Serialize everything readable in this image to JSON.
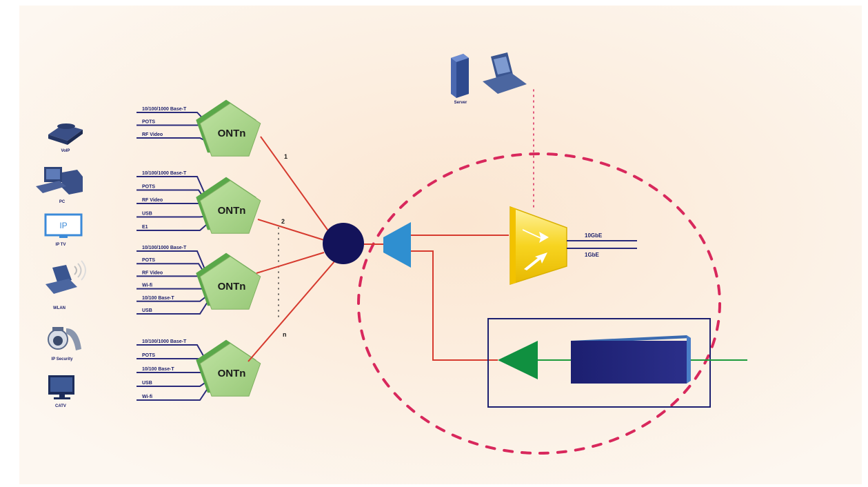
{
  "colors": {
    "background_glow": "#fce9d6",
    "background_edge": "#fdf8f2",
    "fiber": "#d63a2e",
    "port_line": "#2a2a7a",
    "ont_fill": "#a8d48a",
    "ont_side": "#5aa84a",
    "splitter": "#13135a",
    "coupler": "#2f8fd0",
    "olt": "#f7d420",
    "amplifier": "#109040",
    "box_border": "#1c1f70",
    "block": "#1c1f70",
    "dashed_circle": "#d8285c",
    "green_line": "#1a9a3a"
  },
  "devices": [
    {
      "icon": "voip-phone-icon",
      "label": "VoIP"
    },
    {
      "icon": "pc-icon",
      "label": "PC"
    },
    {
      "icon": "iptv-icon",
      "label": "IP TV",
      "screen_text": "IP"
    },
    {
      "icon": "wlan-laptop-icon",
      "label": "WLAN"
    },
    {
      "icon": "ip-security-camera-icon",
      "label": "IP Security"
    },
    {
      "icon": "catv-icon",
      "label": "CATV"
    }
  ],
  "onts": [
    {
      "label": "ONTn",
      "branch": "1",
      "ports": [
        "10/100/1000 Base-T",
        "POTS",
        "RF Video"
      ]
    },
    {
      "label": "ONTn",
      "branch": "2",
      "ports": [
        "10/100/1000 Base-T",
        "POTS",
        "RF Video",
        "USB",
        "E1"
      ]
    },
    {
      "label": "ONTn",
      "branch": "",
      "ports": [
        "10/100/1000 Base-T",
        "POTS",
        "RF Video",
        "Wi-fi",
        "10/100 Base-T",
        "USB"
      ]
    },
    {
      "label": "ONTn",
      "branch": "n",
      "ports": [
        "10/100/1000 Base-T",
        "POTS",
        "10/100 Base-T",
        "USB",
        "Wi-fi"
      ]
    }
  ],
  "server_label": "Server",
  "olt_outputs": [
    "10GbE",
    "1GbE"
  ]
}
